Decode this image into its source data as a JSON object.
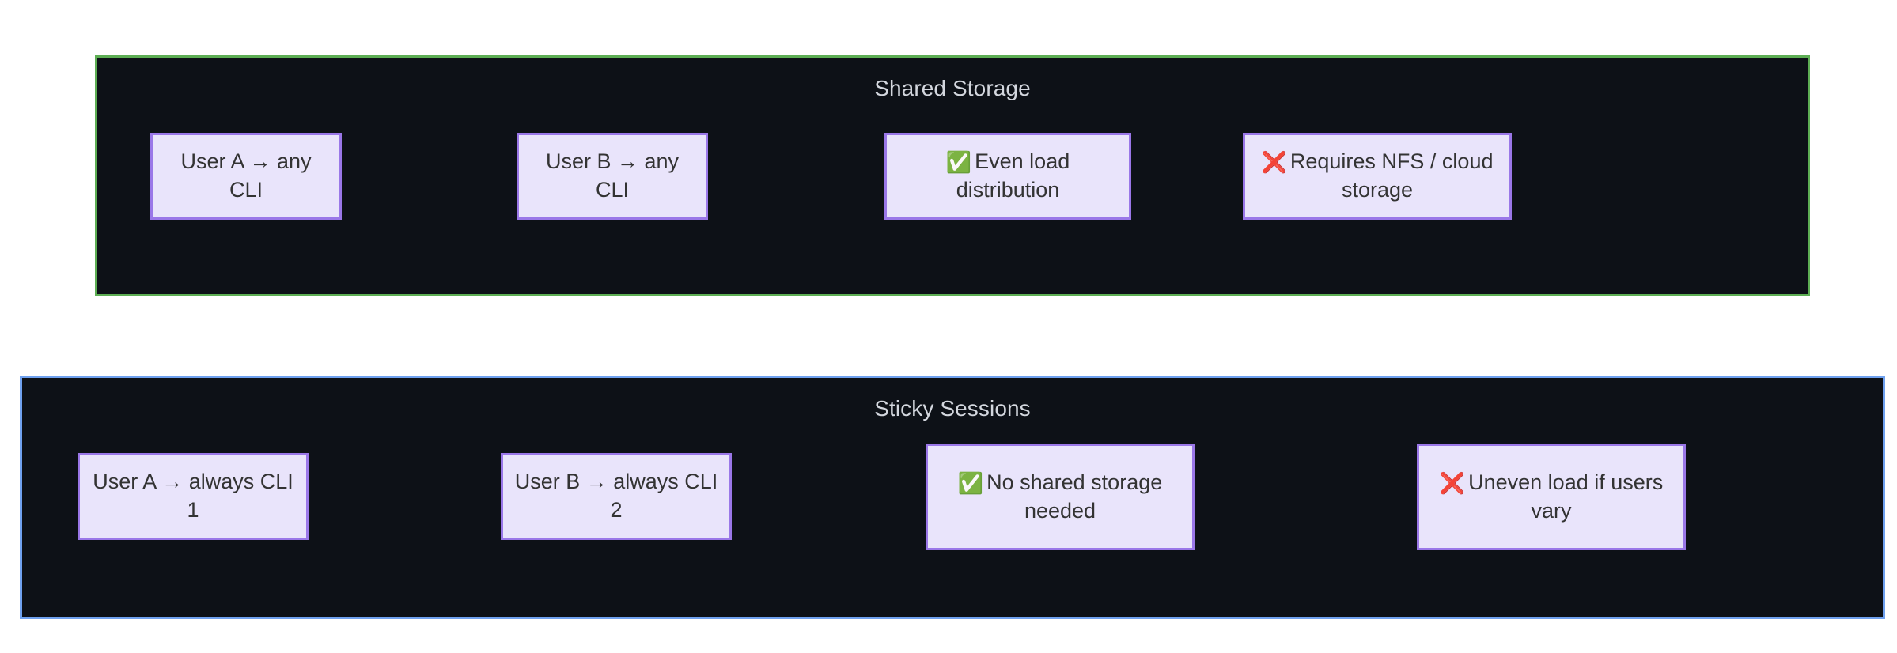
{
  "diagram": {
    "type": "comparison-panels",
    "background": "#ffffff",
    "panels": [
      {
        "id": "shared-storage",
        "title": "Shared Storage",
        "border_color": "#5dae54",
        "background": "#0d1117",
        "title_color": "#d3d7de",
        "nodes": [
          {
            "id": "user-a-any-cli",
            "text": "User A → any CLI",
            "mark": "",
            "mark_kind": "none"
          },
          {
            "id": "user-b-any-cli",
            "text": "User B → any CLI",
            "mark": "",
            "mark_kind": "none"
          },
          {
            "id": "even-load",
            "text": "Even load distribution",
            "mark": "✅",
            "mark_kind": "pro"
          },
          {
            "id": "requires-nfs-cloud",
            "text": "Requires NFS / cloud storage",
            "mark": "❌",
            "mark_kind": "con"
          }
        ]
      },
      {
        "id": "sticky-sessions",
        "title": "Sticky Sessions",
        "border_color": "#6fa1ef",
        "background": "#0d1117",
        "title_color": "#d3d7de",
        "nodes": [
          {
            "id": "user-a-always-cli-1",
            "text": "User A → always CLI 1",
            "mark": "",
            "mark_kind": "none"
          },
          {
            "id": "user-b-always-cli-2",
            "text": "User B → always CLI 2",
            "mark": "",
            "mark_kind": "none"
          },
          {
            "id": "no-shared-storage",
            "text": "No shared storage needed",
            "mark": "✅",
            "mark_kind": "pro"
          },
          {
            "id": "uneven-load",
            "text": "Uneven load if users vary",
            "mark": "❌",
            "mark_kind": "con"
          }
        ]
      }
    ],
    "node_style": {
      "fill": "#e9e4fb",
      "stroke": "#9a77e8",
      "text_color": "#333333"
    },
    "marks": {
      "pro": "✅",
      "con": "❌"
    }
  }
}
